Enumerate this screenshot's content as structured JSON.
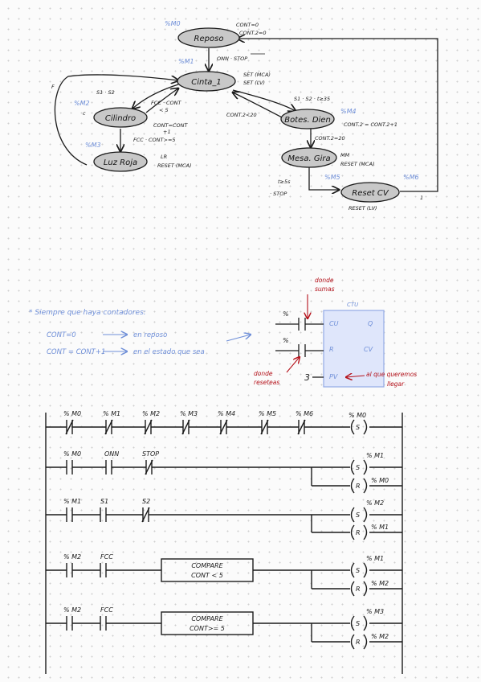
{
  "state_diagram": {
    "states": [
      {
        "id": "M0",
        "tag": "%M0",
        "label": "Reposo"
      },
      {
        "id": "M1",
        "tag": "%M1",
        "label": "Cinta_1"
      },
      {
        "id": "M2",
        "tag": "%M2",
        "label": "Cilindro"
      },
      {
        "id": "M3",
        "tag": "%M3",
        "label": "Luz Roja"
      },
      {
        "id": "M4",
        "tag": "%M4",
        "label": "Botes. Dien"
      },
      {
        "id": "M5",
        "tag": "%M5",
        "label": "Mesa. Gira"
      },
      {
        "id": "M6",
        "tag": "%M6",
        "label": "Reset CV"
      }
    ],
    "annotations": {
      "reposo_actions": [
        "CONT=0",
        "CONT.2=0"
      ],
      "reposo_to_cinta": "ONN · STOP",
      "cinta_actions": [
        "SET (MCA)",
        "SET (LV)"
      ],
      "cinta_to_cilindro": "S1 · S2",
      "cilindro_to_cinta": [
        "FCC · CONT",
        "< 5"
      ],
      "cilindro_actions": [
        "CONT=CONT",
        "+1"
      ],
      "cilindro_to_luz": "FCC · CONT>=5",
      "luz_actions": [
        "LR",
        "RESET (MCA)"
      ],
      "cinta_to_botes": "S1 · S2 · t≥35",
      "botes_to_cinta": "CONT.2<20",
      "botes_actions": "CONT.2 = CONT.2+1",
      "botes_to_mesa": "CONT.2=20",
      "mesa_actions": [
        "MM",
        "RESET (MCA)"
      ],
      "mesa_to_reset": [
        "t≥5s",
        "· STOP"
      ],
      "reset_actions": "RESET (LV)",
      "reset_to_reposo": "1",
      "corner_mark": "F",
      "cilindro_mark": "c"
    }
  },
  "notes": {
    "bullet": "* Siempre que haya contadores:",
    "line1_left": "CONT=0",
    "line1_right": "en reposo",
    "line2_left": "CONT = CONT+1",
    "line2_right": "en el estado que sea"
  },
  "counter_block": {
    "title": "CTU",
    "pins_left": [
      "CU",
      "R",
      "PV"
    ],
    "pins_right": [
      "Q",
      "CV"
    ],
    "pv_value": "3",
    "in_labels": [
      "%",
      "%"
    ],
    "note_top": [
      "donde",
      "sumas"
    ],
    "note_left": [
      "donde",
      "reseteas"
    ],
    "note_right": [
      "al que queremos",
      "llegar"
    ]
  },
  "ladder": {
    "rungs": [
      {
        "contacts": [
          "% M0",
          "% M1",
          "% M2",
          "% M3",
          "% M4",
          "% M5",
          "% M6"
        ],
        "coils": [
          {
            "tag": "% M0",
            "type": "S"
          }
        ]
      },
      {
        "contacts": [
          "% M0",
          "ONN",
          "STOP"
        ],
        "coils": [
          {
            "tag": "% M1",
            "type": "S"
          },
          {
            "tag": "% M0",
            "type": "R"
          }
        ]
      },
      {
        "contacts": [
          "% M1",
          "S1",
          "S2"
        ],
        "coils": [
          {
            "tag": "% M2",
            "type": "S"
          },
          {
            "tag": "% M1",
            "type": "R"
          }
        ]
      },
      {
        "contacts": [
          "% M2",
          "FCC"
        ],
        "compare": [
          "COMPARE",
          "CONT < 5"
        ],
        "coils": [
          {
            "tag": "% M1",
            "type": "S"
          },
          {
            "tag": "% M2",
            "type": "R"
          }
        ]
      },
      {
        "contacts": [
          "% M2",
          "FCC"
        ],
        "compare": [
          "COMPARE",
          "CONT>= 5"
        ],
        "coils": [
          {
            "tag": "% M3",
            "type": "S"
          },
          {
            "tag": "% M2",
            "type": "R"
          }
        ]
      }
    ]
  },
  "colors": {
    "ink": "#1b1b1b",
    "node_fill": "#c8c8c8",
    "blue": "#6f8fd8",
    "red": "#b5121b",
    "block_fill": "#dfe6fb",
    "block_stroke": "#93a9e6"
  }
}
